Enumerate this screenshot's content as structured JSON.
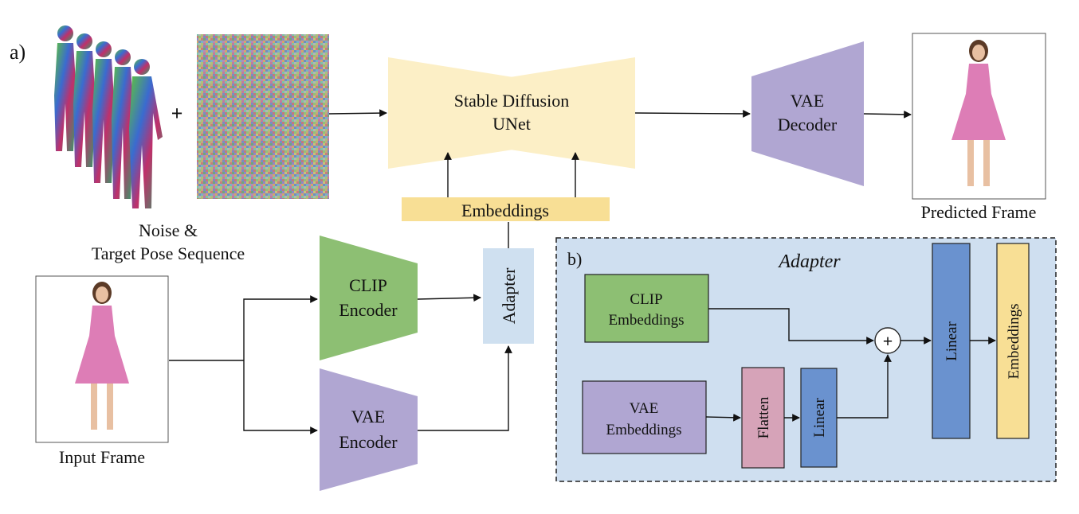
{
  "panel_a": {
    "label": "a)",
    "plus_sign": "+",
    "noise_pose_caption_line1": "Noise &",
    "noise_pose_caption_line2": "Target Pose Sequence",
    "unet_line1": "Stable Diffusion",
    "unet_line2": "UNet",
    "vae_decoder_line1": "VAE",
    "vae_decoder_line2": "Decoder",
    "predicted_frame_caption": "Predicted Frame",
    "embeddings": "Embeddings",
    "clip_encoder_line1": "CLIP",
    "clip_encoder_line2": "Encoder",
    "adapter": "Adapter",
    "vae_encoder_line1": "VAE",
    "vae_encoder_line2": "Encoder",
    "input_frame_caption": "Input Frame"
  },
  "panel_b": {
    "label": "b)",
    "title": "Adapter",
    "clip_embeddings_line1": "CLIP",
    "clip_embeddings_line2": "Embeddings",
    "vae_embeddings_line1": "VAE",
    "vae_embeddings_line2": "Embeddings",
    "flatten": "Flatten",
    "linear_small": "Linear",
    "plus_op": "+",
    "linear_tall": "Linear",
    "embeddings_out": "Embeddings"
  },
  "colors": {
    "unet": "#fcefc6",
    "vae": "#b0a6d2",
    "clip": "#8dbf73",
    "embeddings": "#f8df95",
    "adapter_box": "#cfe0f0",
    "adapter_panel": "#cfdff0",
    "flatten": "#d6a3b8",
    "linear": "#6a92cf"
  }
}
